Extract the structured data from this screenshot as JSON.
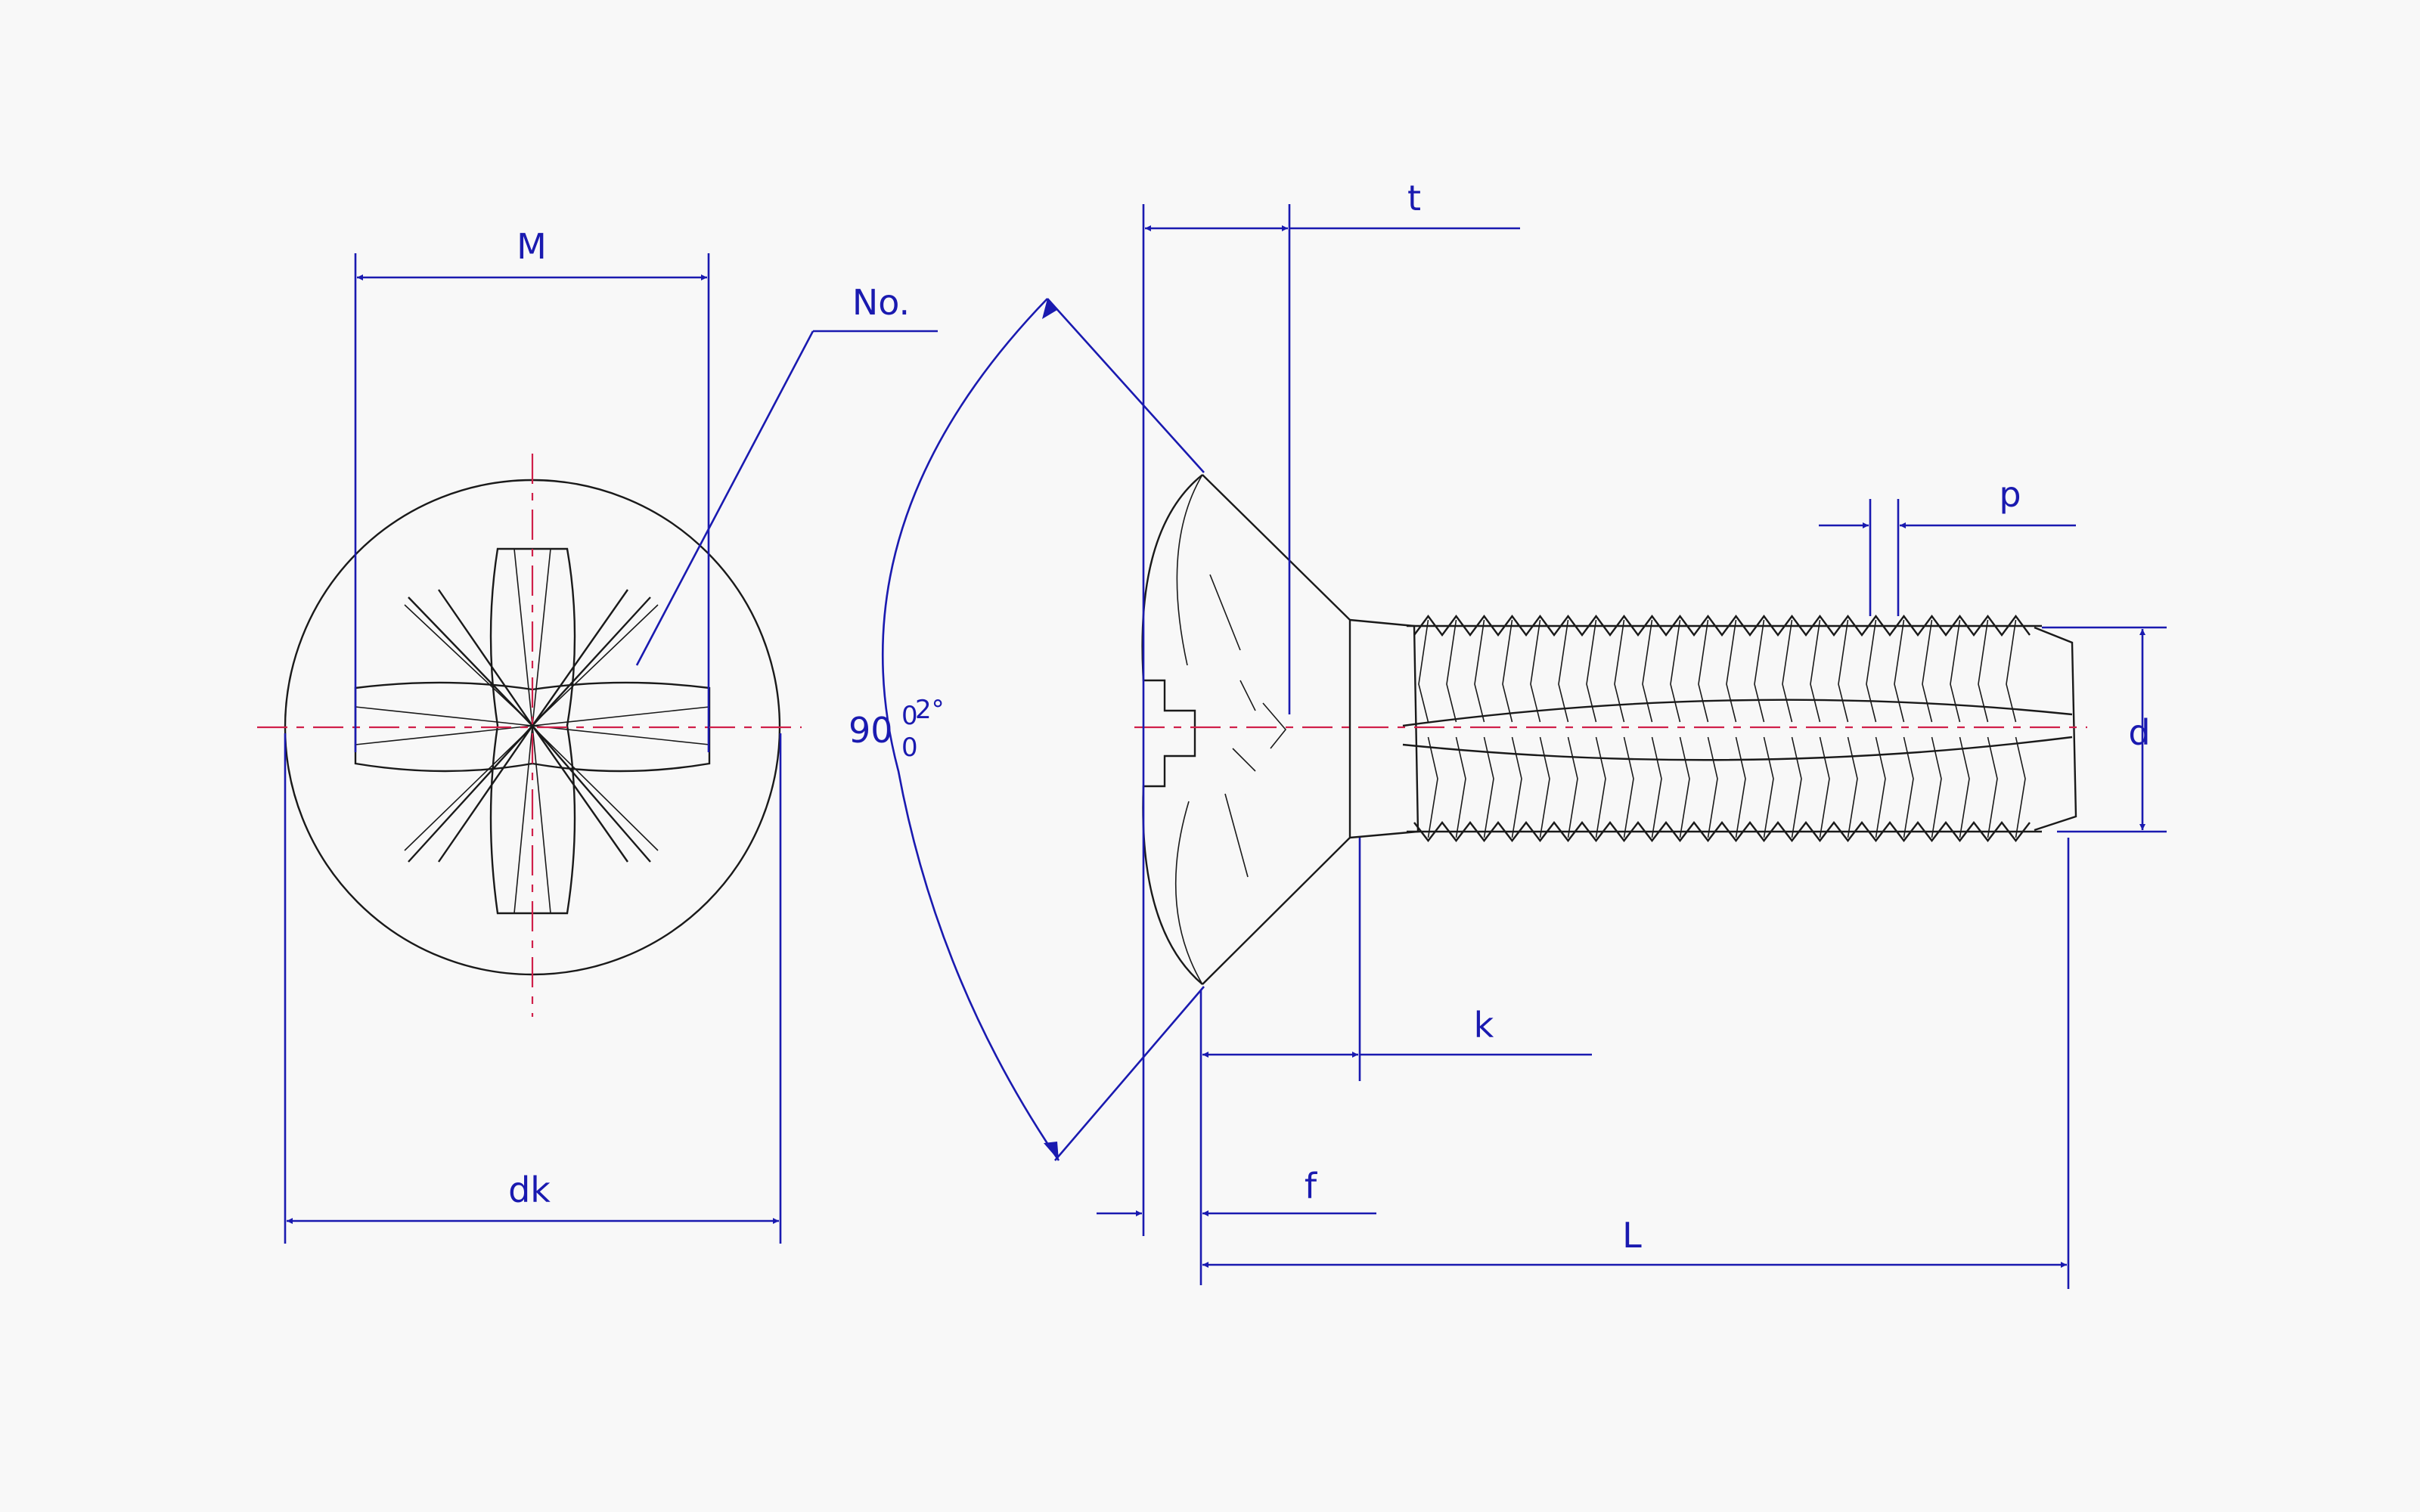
{
  "labels": {
    "M": "M",
    "no": "No.",
    "dk": "dk",
    "t": "t",
    "angle": "90",
    "angle_tol_upper": "0",
    "angle_tol_upper_deg": "2°",
    "angle_tol_lower": "0",
    "k": "k",
    "f": "f",
    "L": "L",
    "p": "p",
    "d": "d"
  },
  "colors": {
    "outline": "#1a1a1a",
    "dimension": "#1a1ab0",
    "centerline": "#d0204a",
    "background": "#f8f8f8"
  }
}
